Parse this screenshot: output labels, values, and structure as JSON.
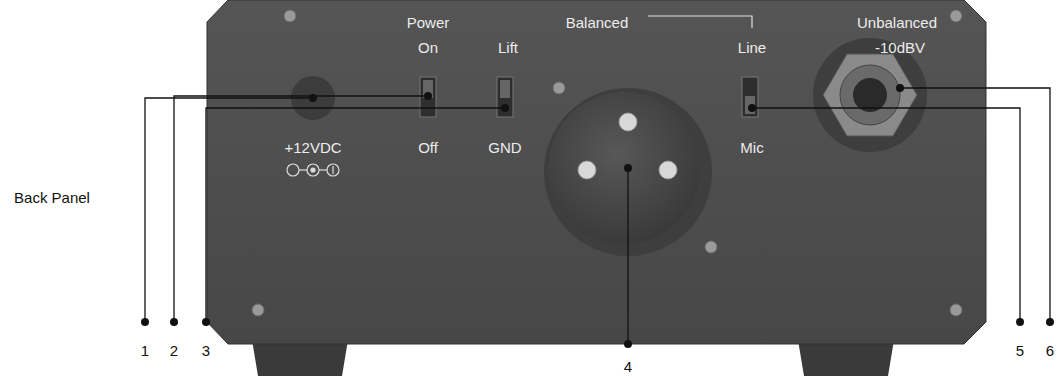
{
  "diagram": {
    "nodes": [
      {
        "text": [
          "Power",
          "Balanced",
          "Unbalanced",
          "On",
          "Lift",
          "Line",
          "-10dBV",
          "+12VDC",
          "Off",
          "GND",
          "Mic"
        ]
      }
    ],
    "labels": [
      "Back Panel",
      "1",
      "2",
      "3",
      "4",
      "5",
      "6"
    ]
  }
}
